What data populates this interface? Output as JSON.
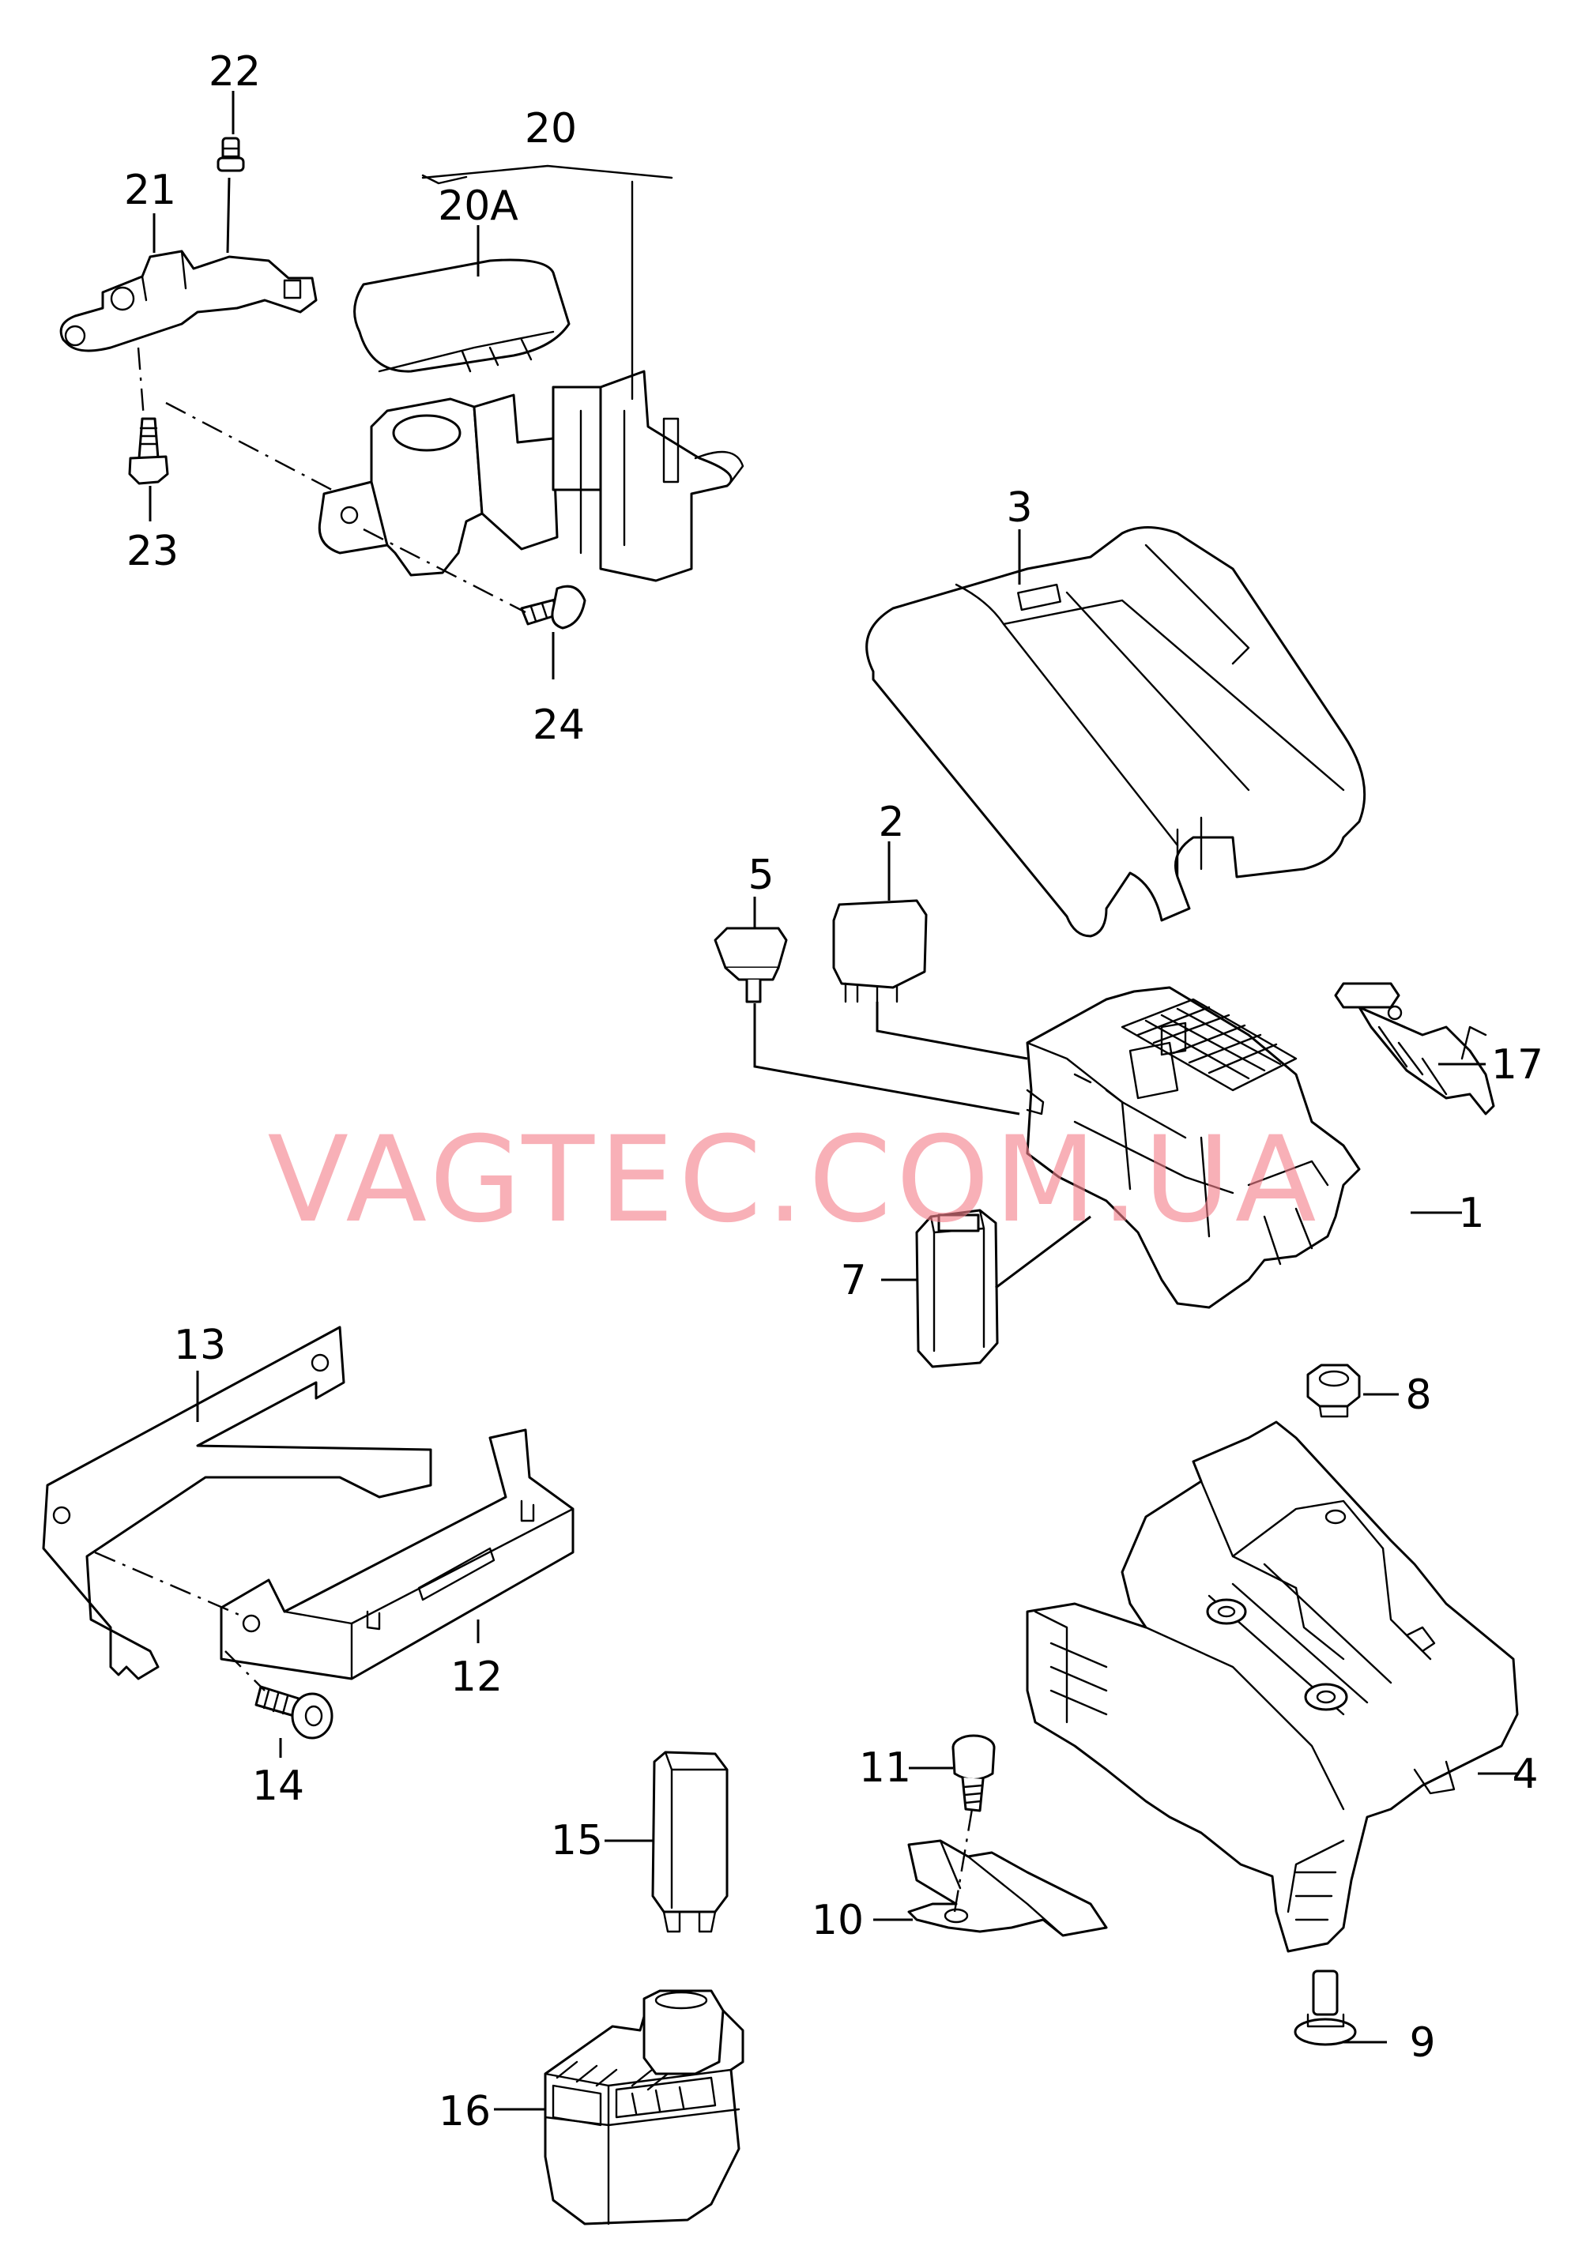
{
  "watermark": "VAGTEC.COM.UA",
  "colors": {
    "lines": "#000000",
    "background": "#ffffff",
    "watermark": "#f4808a"
  },
  "callouts": {
    "p1": "1",
    "p2": "2",
    "p3": "3",
    "p4": "4",
    "p5": "5",
    "p7": "7",
    "p8": "8",
    "p9": "9",
    "p10": "10",
    "p11": "11",
    "p12": "12",
    "p13": "13",
    "p14": "14",
    "p15": "15",
    "p16": "16",
    "p17": "17",
    "p20": "20",
    "p20a": "20A",
    "p21": "21",
    "p22": "22",
    "p23": "23",
    "p24": "24"
  }
}
